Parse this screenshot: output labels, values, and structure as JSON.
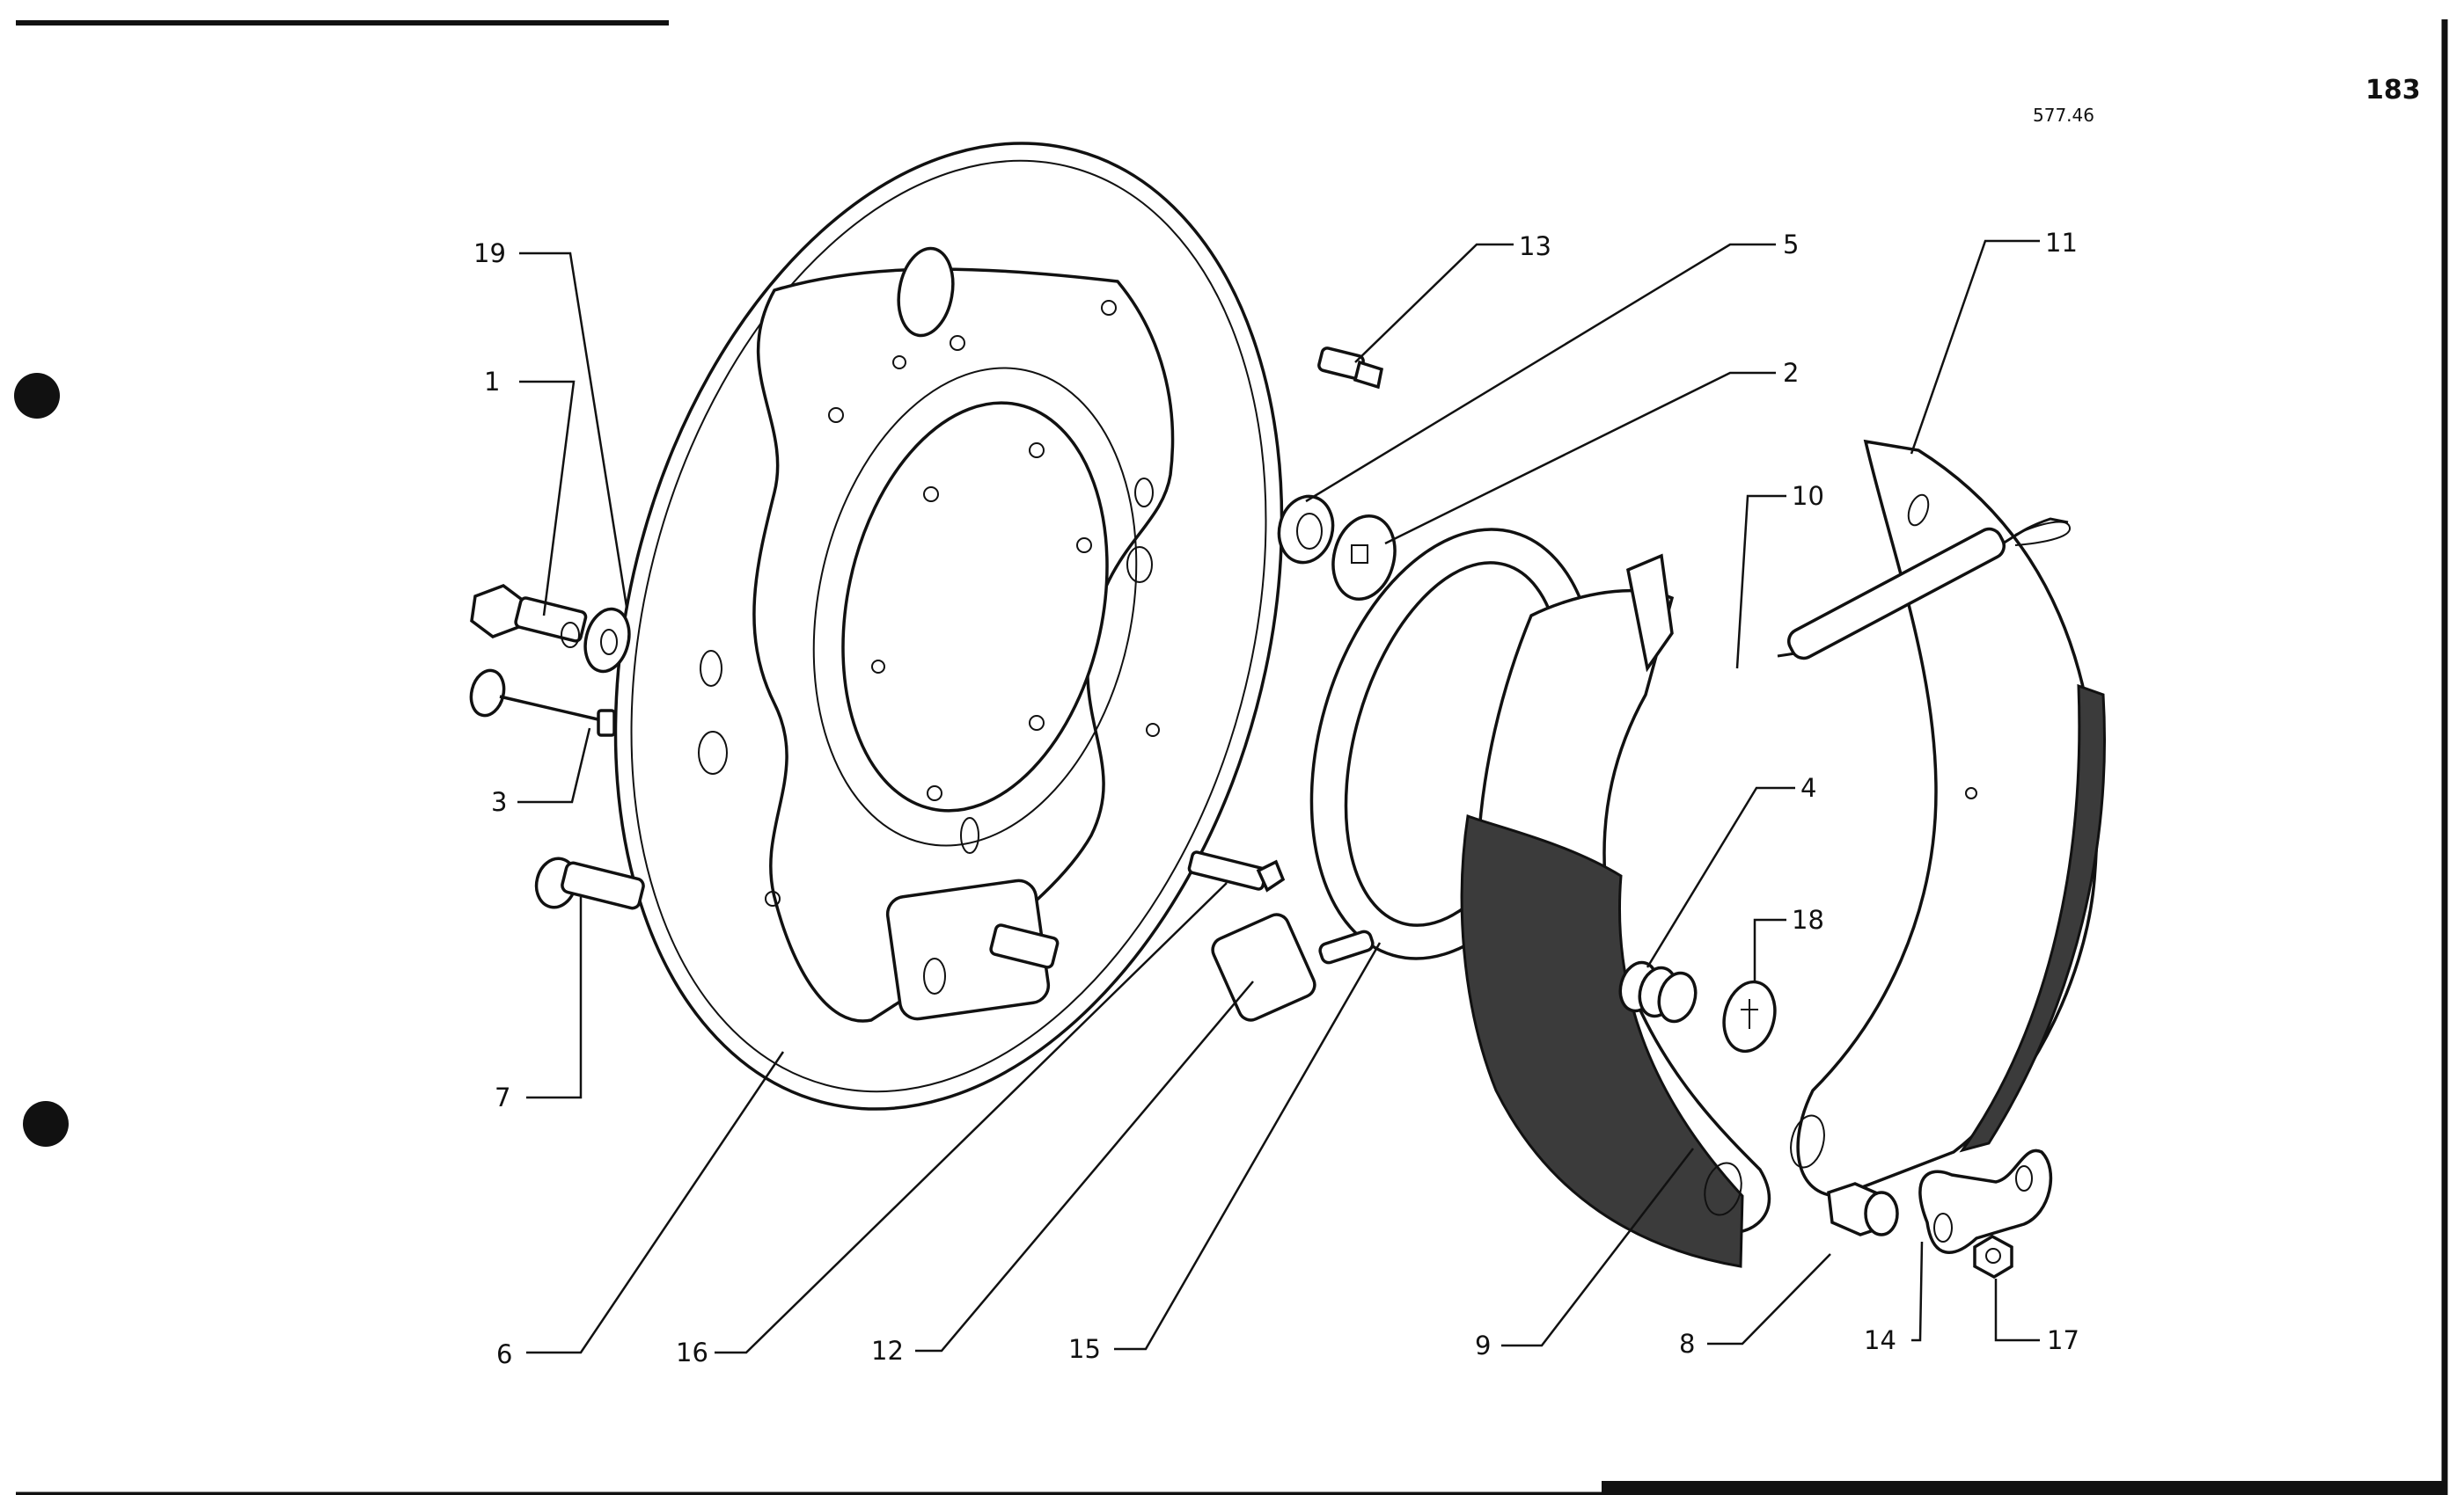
{
  "page": {
    "page_number": "183",
    "reference_code": "577.46"
  },
  "colors": {
    "ink": "#111111",
    "paper": "#ffffff",
    "lining": "#3b3b3b"
  },
  "callouts": [
    {
      "id": "1",
      "label": "1"
    },
    {
      "id": "2",
      "label": "2"
    },
    {
      "id": "3",
      "label": "3"
    },
    {
      "id": "4",
      "label": "4"
    },
    {
      "id": "5",
      "label": "5"
    },
    {
      "id": "6",
      "label": "6"
    },
    {
      "id": "7",
      "label": "7"
    },
    {
      "id": "8",
      "label": "8"
    },
    {
      "id": "9",
      "label": "9"
    },
    {
      "id": "10",
      "label": "10"
    },
    {
      "id": "11",
      "label": "11"
    },
    {
      "id": "12",
      "label": "12"
    },
    {
      "id": "13",
      "label": "13"
    },
    {
      "id": "14",
      "label": "14"
    },
    {
      "id": "15",
      "label": "15"
    },
    {
      "id": "16",
      "label": "16"
    },
    {
      "id": "17",
      "label": "17"
    },
    {
      "id": "18",
      "label": "18"
    },
    {
      "id": "19",
      "label": "19"
    }
  ]
}
